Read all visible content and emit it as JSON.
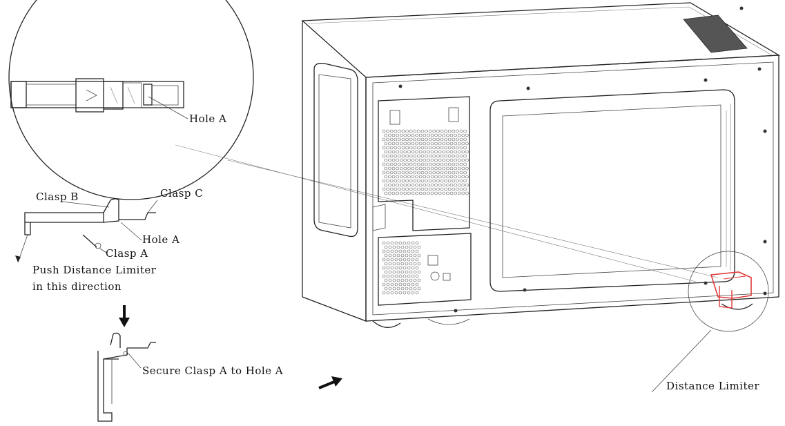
{
  "labels": {
    "hole_a_detail": "Hole A",
    "clasp_b": "Clasp B",
    "clasp_c": "Clasp C",
    "hole_a": "Hole A",
    "clasp_a": "Clasp A",
    "push_line1": "Push Distance Limiter",
    "push_line2": "in this direction",
    "secure": "Secure Clasp A to Hole A",
    "distance_limiter": "Distance Limiter"
  },
  "colors": {
    "line": "#222222",
    "highlight": "#e03a3a"
  }
}
